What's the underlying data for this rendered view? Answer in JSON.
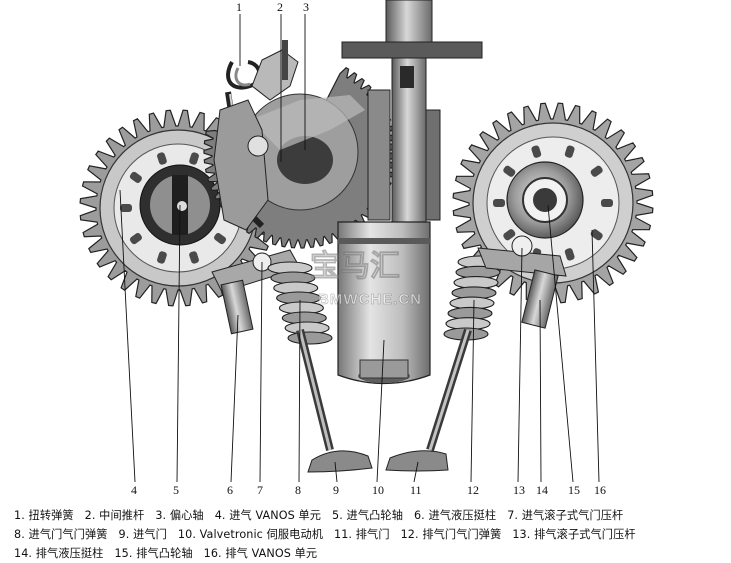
{
  "callouts": [
    {
      "n": "1"
    },
    {
      "n": "2"
    },
    {
      "n": "3"
    },
    {
      "n": "4"
    },
    {
      "n": "5"
    },
    {
      "n": "6"
    },
    {
      "n": "7"
    },
    {
      "n": "8"
    },
    {
      "n": "9"
    },
    {
      "n": "10"
    },
    {
      "n": "11"
    },
    {
      "n": "12"
    },
    {
      "n": "13"
    },
    {
      "n": "14"
    },
    {
      "n": "15"
    },
    {
      "n": "16"
    }
  ],
  "watermark": {
    "logo_text": "宝马汇",
    "url": "BMWCHE.CN"
  },
  "caption": {
    "items": [
      "1. 扭转弹簧",
      "2. 中间推杆",
      "3. 偏心轴",
      "4. 进气 VANOS 单元",
      "5. 进气凸轮轴",
      "6. 进气液压挺柱",
      "7. 进气滚子式气门压杆",
      "8. 进气门气门弹簧",
      "9. 进气门",
      "10. Valvetronic 伺服电动机",
      "11. 排气门",
      "12. 排气门气门弹簧",
      "13. 排气滚子式气门压杆",
      "14. 排气液压挺柱",
      "15. 排气凸轮轴",
      "16. 排气 VANOS 单元"
    ]
  },
  "colors": {
    "ink": "#111111",
    "metal_dark": "#4a4a4a",
    "metal_mid": "#8c8c8c",
    "metal_light": "#cfcfcf",
    "paper": "#ffffff"
  }
}
